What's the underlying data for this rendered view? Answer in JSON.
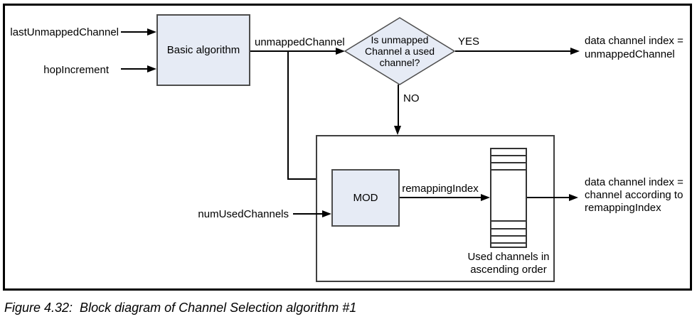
{
  "figure": {
    "caption": "Figure 4.32:  Block diagram of Channel Selection algorithm #1"
  },
  "diagram": {
    "colors": {
      "shape_fill": "#e6ebf5",
      "shape_border": "#4d4d4d",
      "line": "#000000",
      "container_border": "#3f3f3f",
      "background": "#ffffff"
    },
    "inputs": {
      "last_unmapped_channel": "lastUnmappedChannel",
      "hop_increment": "hopIncrement",
      "num_used_channels": "numUsedChannels"
    },
    "blocks": {
      "basic_algorithm": "Basic algorithm",
      "mod": "MOD"
    },
    "decision": {
      "line1": "Is unmapped",
      "line2": "Channel a used",
      "line3": "channel?"
    },
    "branches": {
      "yes": "YES",
      "no": "NO"
    },
    "signals": {
      "unmapped_channel": "unmappedChannel",
      "remapping_index": "remappingIndex"
    },
    "outputs": {
      "yes_result": {
        "line1": "data channel index =",
        "line2": "unmappedChannel"
      },
      "no_result": {
        "line1": "data channel index =",
        "line2": "channel according to",
        "line3": "remappingIndex"
      }
    },
    "remapping_table": {
      "label_line1": "Used channels in",
      "label_line2": "ascending order"
    }
  }
}
